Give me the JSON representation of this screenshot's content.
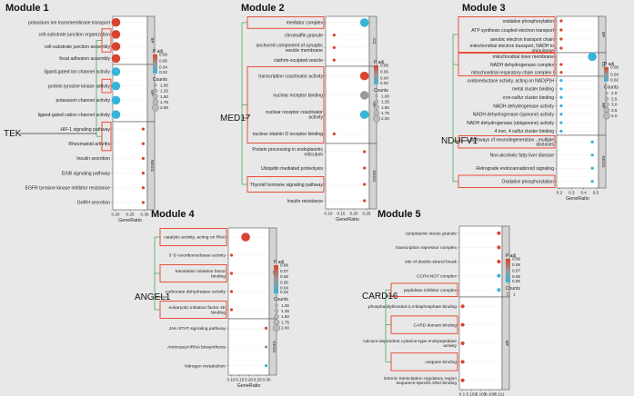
{
  "colors": {
    "red": "#d9432f",
    "pink": "#e59a93",
    "gray": "#9a9a9a",
    "blue": "#37b4d8",
    "panel": "#ffffff",
    "strip": "#d4d4d4",
    "highlight": "#e8402a",
    "bracket": "#3aa04a"
  },
  "chart_data": [
    {
      "id": "m1",
      "type": "scatter",
      "title": "Module 1",
      "hub": "TEK",
      "xlabel": "GeneRatio",
      "xticks": [
        "0.20",
        "0.25",
        "0.30"
      ],
      "xlim": [
        0.185,
        0.35
      ],
      "groups": [
        {
          "label": "BP",
          "terms": [
            {
              "term": "potassium ion transmembrane transport",
              "x": 0.2,
              "p": 0.08,
              "count": 2,
              "hl": false
            },
            {
              "term": "cell-substrate junction organization",
              "x": 0.2,
              "p": 0.08,
              "count": 2,
              "hl": true
            },
            {
              "term": "cell-substrate junction assembly",
              "x": 0.2,
              "p": 0.08,
              "count": 2,
              "hl": true
            },
            {
              "term": "focal adhesion assembly",
              "x": 0.2,
              "p": 0.08,
              "count": 2,
              "hl": true
            }
          ]
        },
        {
          "label": "MF",
          "terms": [
            {
              "term": "ligand-gated ion channel activity",
              "x": 0.2,
              "p": 0.02,
              "count": 2,
              "hl": false
            },
            {
              "term": "protein tyrosine kinase activity",
              "x": 0.2,
              "p": 0.02,
              "count": 2,
              "hl": true
            },
            {
              "term": "potassium channel activity",
              "x": 0.2,
              "p": 0.02,
              "count": 2,
              "hl": false
            },
            {
              "term": "ligand-gated cation channel activity",
              "x": 0.2,
              "p": 0.02,
              "count": 2,
              "hl": false
            }
          ]
        },
        {
          "label": "KEGG",
          "terms": [
            {
              "term": "HIF-1 signaling pathway",
              "x": 0.33,
              "p": 0.08,
              "count": 1,
              "hl": true
            },
            {
              "term": "Rheumatoid arthritis",
              "x": 0.33,
              "p": 0.08,
              "count": 1,
              "hl": true
            },
            {
              "term": "Insulin secretion",
              "x": 0.33,
              "p": 0.08,
              "count": 1,
              "hl": false
            },
            {
              "term": "ErbB signaling pathway",
              "x": 0.33,
              "p": 0.08,
              "count": 1,
              "hl": false
            },
            {
              "term": "EGFR tyrosine kinase inhibitor resistance",
              "x": 0.33,
              "p": 0.08,
              "count": 1,
              "hl": false
            },
            {
              "term": "GnRH secretion",
              "x": 0.33,
              "p": 0.08,
              "count": 1,
              "hl": false
            }
          ]
        }
      ],
      "highlight_boxes": [
        [
          1,
          2
        ],
        [
          5,
          5
        ],
        [
          8,
          9
        ]
      ],
      "legend": {
        "p_title": "P adj",
        "p_ticks": [
          "0.08",
          "0.06",
          "0.04",
          "0.02"
        ],
        "p_range": [
          0.02,
          0.08
        ],
        "count_title": "Counts",
        "count_values": [
          "1.00",
          "1.25",
          "1.50",
          "1.75",
          "2.00"
        ]
      }
    },
    {
      "id": "m2",
      "type": "scatter",
      "title": "Module 2",
      "hub": "MED17",
      "xlabel": "GeneRatio",
      "xticks": [
        "0.10",
        "0.15",
        "0.20",
        "0.25"
      ],
      "xlim": [
        0.09,
        0.27
      ],
      "groups": [
        {
          "label": "CC",
          "terms": [
            {
              "term": "mediator complex",
              "x": 0.25,
              "p": 0.02,
              "count": 2,
              "hl": true
            },
            {
              "term": "chromaffin granule",
              "x": 0.125,
              "p": 0.08,
              "count": 1,
              "hl": false
            },
            {
              "term": "anchored component of synaptic vesicle membrane",
              "x": 0.125,
              "p": 0.08,
              "count": 1,
              "hl": false
            },
            {
              "term": "clathrin-sculpted vesicle",
              "x": 0.125,
              "p": 0.08,
              "count": 1,
              "hl": false
            }
          ]
        },
        {
          "label": "MF",
          "terms": [
            {
              "term": "transcription coactivator activity",
              "x": 0.25,
              "p": 0.08,
              "count": 2,
              "hl": true
            },
            {
              "term": "nuclear receptor binding",
              "x": 0.25,
              "p": 0.05,
              "count": 2,
              "hl": true
            },
            {
              "term": "nuclear receptor coactivator activity",
              "x": 0.25,
              "p": 0.02,
              "count": 2,
              "hl": true
            },
            {
              "term": "nuclear vitamin D receptor binding",
              "x": 0.125,
              "p": 0.08,
              "count": 1,
              "hl": true
            }
          ]
        },
        {
          "label": "KEGG",
          "terms": [
            {
              "term": "Protein processing in endoplasmic reticulum",
              "x": 0.25,
              "p": 0.08,
              "count": 1,
              "hl": false
            },
            {
              "term": "Ubiquitin mediated proteolysis",
              "x": 0.25,
              "p": 0.08,
              "count": 1,
              "hl": false
            },
            {
              "term": "Thyroid hormone signaling pathway",
              "x": 0.25,
              "p": 0.08,
              "count": 1,
              "hl": true
            },
            {
              "term": "Insulin resistance",
              "x": 0.25,
              "p": 0.08,
              "count": 1,
              "hl": false
            }
          ]
        }
      ],
      "highlight_boxes": [
        [
          0,
          0
        ],
        [
          4,
          7
        ],
        [
          10,
          10
        ]
      ],
      "legend": {
        "p_title": "P adj",
        "p_ticks": [
          "0.08",
          "0.06",
          "0.04",
          "0.02"
        ],
        "p_range": [
          0.02,
          0.08
        ],
        "count_title": "Counts",
        "count_values": [
          "1.00",
          "1.25",
          "1.50",
          "1.75",
          "2.00"
        ]
      }
    },
    {
      "id": "m3",
      "type": "scatter",
      "title": "Module 3",
      "hub": "NDUFV1",
      "xlabel": "GeneRatio",
      "xticks": [
        "0.2",
        "0.3",
        "0.4",
        "0.5"
      ],
      "xlim": [
        0.15,
        0.62
      ],
      "groups": [
        {
          "label": "BP",
          "terms": [
            {
              "term": "oxidative phosphorylation",
              "x": 0.2,
              "p": 0.06,
              "count": 1,
              "hl": true
            },
            {
              "term": "ATP synthesis coupled electron transport",
              "x": 0.2,
              "p": 0.06,
              "count": 1,
              "hl": true
            },
            {
              "term": "aerobic electron transport chain",
              "x": 0.2,
              "p": 0.06,
              "count": 1,
              "hl": true
            },
            {
              "term": "mitochondrial electron transport, NADH to ubiquinone",
              "x": 0.2,
              "p": 0.06,
              "count": 1,
              "hl": true
            }
          ]
        },
        {
          "label": "CC",
          "terms": [
            {
              "term": "mitochondrial inner membrane",
              "x": 0.55,
              "p": 0.02,
              "count": 4,
              "hl": true
            },
            {
              "term": "NADH dehydrogenase complex",
              "x": 0.2,
              "p": 0.06,
              "count": 1,
              "hl": true
            },
            {
              "term": "mitochondrial respiratory chain complex I",
              "x": 0.2,
              "p": 0.06,
              "count": 1,
              "hl": true
            }
          ]
        },
        {
          "label": "MF",
          "terms": [
            {
              "term": "oxidoreductase activity, acting on NAD(P)H",
              "x": 0.2,
              "p": 0.02,
              "count": 1,
              "hl": false
            },
            {
              "term": "metal cluster binding",
              "x": 0.2,
              "p": 0.02,
              "count": 1,
              "hl": false
            },
            {
              "term": "iron-sulfur cluster binding",
              "x": 0.2,
              "p": 0.02,
              "count": 1,
              "hl": false
            },
            {
              "term": "NADH dehydrogenase activity",
              "x": 0.2,
              "p": 0.02,
              "count": 1,
              "hl": false
            },
            {
              "term": "NADH dehydrogenase (quinone) activity",
              "x": 0.2,
              "p": 0.02,
              "count": 1,
              "hl": false
            },
            {
              "term": "NADH dehydrogenase (ubiquinone) activity",
              "x": 0.2,
              "p": 0.02,
              "count": 1,
              "hl": false
            },
            {
              "term": "4 iron, 4 sulfur cluster binding",
              "x": 0.2,
              "p": 0.02,
              "count": 1,
              "hl": false
            }
          ]
        },
        {
          "label": "KEGG",
          "terms": [
            {
              "term": "Pathways of neurodegeneration - multiple diseases",
              "x": 0.55,
              "p": 0.02,
              "count": 1,
              "hl": true
            },
            {
              "term": "Non-alcoholic fatty liver disease",
              "x": 0.55,
              "p": 0.02,
              "count": 1,
              "hl": false
            },
            {
              "term": "Retrograde endocannabinoid signaling",
              "x": 0.55,
              "p": 0.02,
              "count": 1,
              "hl": false
            },
            {
              "term": "Oxidative phosphorylation",
              "x": 0.55,
              "p": 0.02,
              "count": 1,
              "hl": true
            }
          ]
        }
      ],
      "highlight_boxes": [
        [
          0,
          3
        ],
        [
          4,
          6
        ],
        [
          14,
          14
        ],
        [
          17,
          17
        ]
      ],
      "legend": {
        "p_title": "P adj",
        "p_ticks": [
          "0.06",
          "0.04",
          "0.02"
        ],
        "p_range": [
          0.02,
          0.06
        ],
        "count_title": "Counts",
        "count_values": [
          "2.0",
          "2.5",
          "3.0",
          "3.5",
          "4.0"
        ]
      }
    },
    {
      "id": "m4",
      "type": "scatter",
      "title": "Module 4",
      "hub": "ANGEL1",
      "xlabel": "GeneRatio",
      "xticks": [
        "0.10",
        "0.15",
        "0.20",
        "0.25",
        "0.30"
      ],
      "xlim": [
        0.07,
        0.33
      ],
      "groups": [
        {
          "label": "MF",
          "terms": [
            {
              "term": "catalytic activity, acting on RNA",
              "x": 0.18,
              "p": 0.08,
              "count": 2,
              "hl": true
            },
            {
              "term": "3'-5'-exoribonuclease activity",
              "x": 0.09,
              "p": 0.08,
              "count": 1,
              "hl": false
            },
            {
              "term": "translation initiation factor binding",
              "x": 0.09,
              "p": 0.08,
              "count": 1,
              "hl": true
            },
            {
              "term": "carbonate dehydratase activity",
              "x": 0.09,
              "p": 0.08,
              "count": 1,
              "hl": false
            },
            {
              "term": "eukaryotic initiation factor 4E binding",
              "x": 0.09,
              "p": 0.08,
              "count": 1,
              "hl": true
            }
          ]
        },
        {
          "label": "KEGG",
          "terms": [
            {
              "term": "JAK-STAT signaling pathway",
              "x": 0.31,
              "p": 0.08,
              "count": 1,
              "hl": false
            },
            {
              "term": "Aminoacyl-tRNA biosynthesis",
              "x": 0.31,
              "p": 0.05,
              "count": 1,
              "hl": false
            },
            {
              "term": "Nitrogen metabolism",
              "x": 0.31,
              "p": 0.03,
              "count": 1,
              "hl": false
            }
          ]
        }
      ],
      "highlight_boxes": [
        [
          0,
          0
        ],
        [
          2,
          2
        ],
        [
          4,
          4
        ]
      ],
      "legend": {
        "p_title": "P adj",
        "p_ticks": [
          "0.08",
          "0.07",
          "0.06",
          "0.05",
          "0.04",
          "0.03"
        ],
        "p_range": [
          0.03,
          0.08
        ],
        "count_title": "Counts",
        "count_values": [
          "1.00",
          "1.25",
          "1.50",
          "1.75",
          "2.00"
        ]
      }
    },
    {
      "id": "m5",
      "type": "scatter",
      "title": "Module 5",
      "hub": "CARD16",
      "xlabel": "GeneRatio",
      "xticks": [
        "0.1",
        "0.102",
        "0.105",
        "0.108",
        "0.111"
      ],
      "xlim": [
        0.099,
        0.112
      ],
      "groups": [
        {
          "label": "CC",
          "terms": [
            {
              "term": "cytoplasmic stress granule",
              "x": 0.111,
              "p": 0.09,
              "count": 1,
              "hl": false
            },
            {
              "term": "transcription repressor complex",
              "x": 0.111,
              "p": 0.09,
              "count": 1,
              "hl": false
            },
            {
              "term": "site of double-strand break",
              "x": 0.111,
              "p": 0.09,
              "count": 1,
              "hl": false
            },
            {
              "term": "CCR4-NOT complex",
              "x": 0.111,
              "p": 0.05,
              "count": 1,
              "hl": false
            },
            {
              "term": "peptidase inhibitor complex",
              "x": 0.111,
              "p": 0.05,
              "count": 1,
              "hl": true
            }
          ]
        },
        {
          "label": "MF",
          "terms": [
            {
              "term": "phosphatidylinositol-3,4-bisphosphate binding",
              "x": 0.1,
              "p": 0.09,
              "count": 1,
              "hl": false
            },
            {
              "term": "CARD domain binding",
              "x": 0.1,
              "p": 0.09,
              "count": 1,
              "hl": true
            },
            {
              "term": "calcium-dependent cysteine-type endopeptidase activity",
              "x": 0.1,
              "p": 0.09,
              "count": 1,
              "hl": false
            },
            {
              "term": "caspase binding",
              "x": 0.1,
              "p": 0.09,
              "count": 1,
              "hl": true
            },
            {
              "term": "intronic transcription regulatory region sequence-specific DNA binding",
              "x": 0.1,
              "p": 0.09,
              "count": 1,
              "hl": false
            }
          ]
        }
      ],
      "highlight_boxes": [
        [
          4,
          4
        ],
        [
          6,
          6
        ],
        [
          8,
          8
        ]
      ],
      "legend": {
        "p_title": "P adj",
        "p_ticks": [
          "0.09",
          "0.08",
          "0.07",
          "0.06",
          "0.05"
        ],
        "p_range": [
          0.05,
          0.09
        ],
        "count_title": "Counts",
        "count_values": [
          "1"
        ]
      }
    }
  ]
}
